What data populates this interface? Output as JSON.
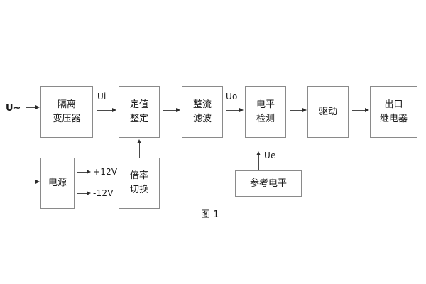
{
  "figure": {
    "caption": "图 1",
    "input_source": "U~",
    "colors": {
      "box_border": "#8a8a8a",
      "line": "#4a4a4a",
      "arrow": "#2b2b2b",
      "text": "#1a1a1a",
      "background": "#ffffff"
    }
  },
  "blocks": [
    {
      "id": "isolation-transformer",
      "lines": [
        "隔离",
        "变压器"
      ]
    },
    {
      "id": "setting-value",
      "lines": [
        "定值",
        "整定"
      ]
    },
    {
      "id": "rectifier-filter",
      "lines": [
        "整流",
        "滤波"
      ]
    },
    {
      "id": "level-detection",
      "lines": [
        "电平",
        "检测"
      ]
    },
    {
      "id": "driver",
      "lines": [
        "驱动"
      ]
    },
    {
      "id": "output-relay",
      "lines": [
        "出口",
        "继电器"
      ]
    },
    {
      "id": "power-supply",
      "lines": [
        "电源"
      ]
    },
    {
      "id": "multiplier-switch",
      "lines": [
        "倍率",
        "切换"
      ]
    },
    {
      "id": "reference-level",
      "lines": [
        "参考电平"
      ]
    }
  ],
  "signals": {
    "ui": "Ui",
    "uo": "Uo",
    "ue": "Ue",
    "rail_positive": "+12V",
    "rail_negative": "-12V"
  }
}
